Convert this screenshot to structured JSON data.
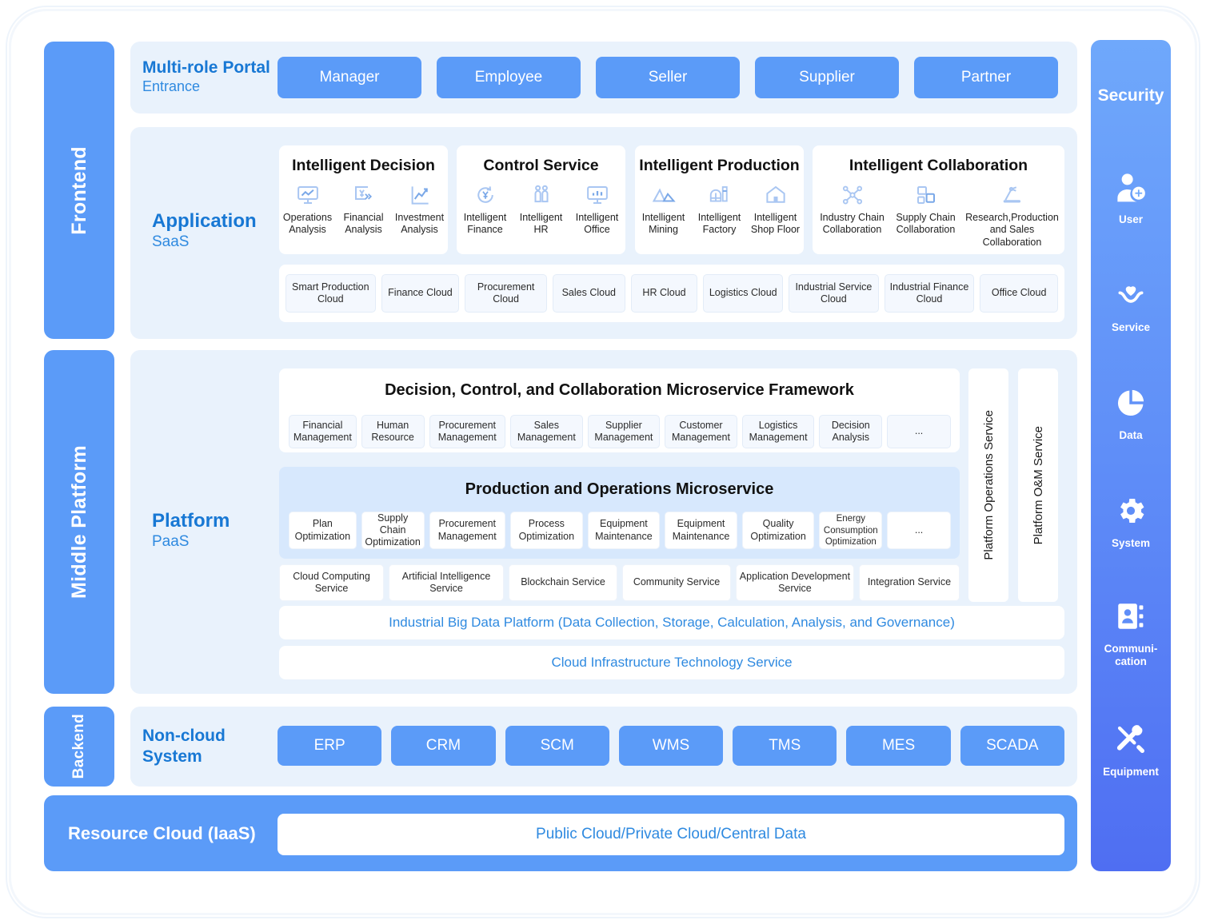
{
  "bands": {
    "frontend": "Frontend",
    "middle_platform": "Middle Platform",
    "backend": "Backend"
  },
  "portal": {
    "title": "Multi-role Portal",
    "subtitle": "Entrance",
    "roles": [
      "Manager",
      "Employee",
      "Seller",
      "Supplier",
      "Partner"
    ]
  },
  "application": {
    "title": "Application",
    "subtitle": "SaaS",
    "groups": [
      {
        "title": "Intelligent Decision",
        "items": [
          {
            "label": "Operations Analysis",
            "icon": "monitor-chart-icon"
          },
          {
            "label": "Financial Analysis",
            "icon": "yuan-transfer-icon"
          },
          {
            "label": "Investment Analysis",
            "icon": "line-chart-icon"
          }
        ]
      },
      {
        "title": "Control Service",
        "items": [
          {
            "label": "Intelligent Finance",
            "icon": "yuan-refresh-icon"
          },
          {
            "label": "Intelligent HR",
            "icon": "people-icon"
          },
          {
            "label": "Intelligent Office",
            "icon": "monitor-bars-icon"
          }
        ]
      },
      {
        "title": "Intelligent Production",
        "items": [
          {
            "label": "Intelligent Mining",
            "icon": "mountains-icon"
          },
          {
            "label": "Intelligent Factory",
            "icon": "factory-icon"
          },
          {
            "label": "Intelligent Shop Floor",
            "icon": "house-icon"
          }
        ]
      },
      {
        "title": "Intelligent Collaboration",
        "items": [
          {
            "label": "Industry Chain Collaboration",
            "icon": "network-nodes-icon"
          },
          {
            "label": "Supply Chain Collaboration",
            "icon": "stacked-squares-icon"
          },
          {
            "label": "Research,Production and Sales Collaboration",
            "icon": "robot-arm-icon"
          }
        ]
      }
    ],
    "clouds": [
      "Smart Production Cloud",
      "Finance Cloud",
      "Procurement Cloud",
      "Sales Cloud",
      "HR Cloud",
      "Logistics Cloud",
      "Industrial Service Cloud",
      "Industrial Finance Cloud",
      "Office Cloud"
    ]
  },
  "platform": {
    "title": "Platform",
    "subtitle": "PaaS",
    "framework": {
      "title": "Decision, Control, and Collaboration Microservice Framework",
      "items": [
        "Financial Management",
        "Human Resource",
        "Procurement Management",
        "Sales Management",
        "Supplier Management",
        "Customer Management",
        "Logistics Management",
        "Decision Analysis",
        "..."
      ]
    },
    "production": {
      "title": "Production and Operations Microservice",
      "items": [
        "Plan Optimization",
        "Supply Chain Optimization",
        "Procurement Management",
        "Process Optimization",
        "Equipment Maintenance",
        "Equipment Maintenance",
        "Quality Optimization",
        "Energy Consumption Optimization",
        "..."
      ]
    },
    "services": [
      "Cloud Computing Service",
      "Artificial Intelligence Service",
      "Blockchain Service",
      "Community Service",
      "Application Development Service",
      "Integration Service"
    ],
    "big_data": "Industrial Big Data Platform (Data Collection, Storage, Calculation, Analysis, and Governance)",
    "infrastructure": "Cloud Infrastructure Technology Service",
    "vertical_columns": [
      "Platform Operations Service",
      "Platform O&M Service"
    ]
  },
  "non_cloud": {
    "title": "Non-cloud System",
    "systems": [
      "ERP",
      "CRM",
      "SCM",
      "WMS",
      "TMS",
      "MES",
      "SCADA"
    ]
  },
  "resource_cloud": {
    "title": "Resource Cloud (IaaS)",
    "content": "Public Cloud/Private Cloud/Central Data"
  },
  "security": {
    "title": "Security",
    "items": [
      {
        "label": "User",
        "icon": "user-add-icon"
      },
      {
        "label": "Service",
        "icon": "heart-hands-icon"
      },
      {
        "label": "Data",
        "icon": "pie-chart-icon"
      },
      {
        "label": "System",
        "icon": "gear-icon"
      },
      {
        "label": "Communi-cation",
        "icon": "contact-book-icon"
      },
      {
        "label": "Equipment",
        "icon": "tools-icon"
      }
    ]
  },
  "colors": {
    "accent_blue": "#5b9bf8",
    "title_blue": "#1878d4",
    "panel_bg": "#e9f2fc",
    "link_blue": "#2f8ae0"
  }
}
